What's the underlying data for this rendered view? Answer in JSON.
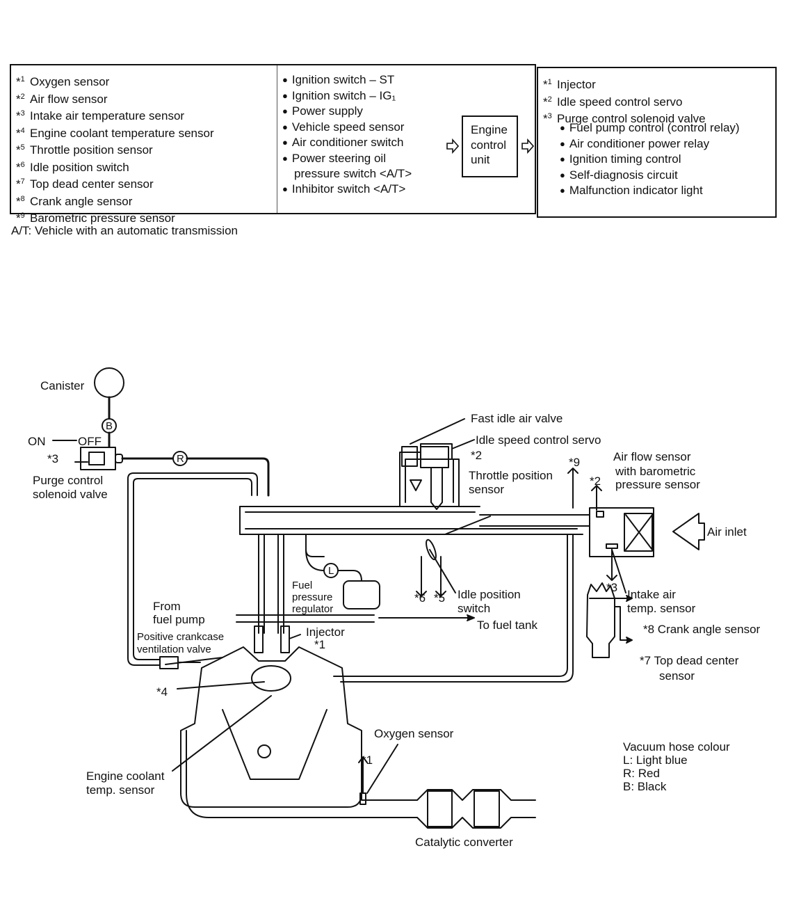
{
  "legend_box": {
    "inputs_sensors": [
      {
        "num": "1",
        "label": "Oxygen sensor"
      },
      {
        "num": "2",
        "label": "Air flow sensor"
      },
      {
        "num": "3",
        "label": "Intake air temperature sensor"
      },
      {
        "num": "4",
        "label": "Engine coolant temperature sensor"
      },
      {
        "num": "5",
        "label": "Throttle position sensor"
      },
      {
        "num": "6",
        "label": "Idle position switch"
      },
      {
        "num": "7",
        "label": "Top dead center sensor"
      },
      {
        "num": "8",
        "label": "Crank angle sensor"
      },
      {
        "num": "9",
        "label": "Barometric pressure sensor"
      }
    ],
    "inputs_signals": [
      "Ignition switch – ST",
      "Ignition switch – IG₁",
      "Power supply",
      "Vehicle speed sensor",
      "Air conditioner switch",
      "Power steering oil",
      "pressure switch <A/T>",
      "Inhibitor switch <A/T>"
    ],
    "ecu_lines": [
      "Engine",
      "control",
      "unit"
    ],
    "outputs_actuators": [
      {
        "num": "1",
        "label": "Injector"
      },
      {
        "num": "2",
        "label": "Idle speed control servo"
      },
      {
        "num": "3",
        "label": "Purge control solenoid valve"
      }
    ],
    "outputs_functions": [
      "Fuel pump control (control relay)",
      "Air conditioner power relay",
      "Ignition timing control",
      "Self-diagnosis circuit",
      "Malfunction indicator light"
    ],
    "footnote": "A/T:  Vehicle with an automatic transmission"
  },
  "diagram": {
    "labels": {
      "canister": "Canister",
      "on": "ON",
      "off": "OFF",
      "ref3_left": "*3",
      "purge_valve_1": "Purge control",
      "purge_valve_2": "solenoid valve",
      "hose_b": "B",
      "hose_r": "R",
      "hose_l": "L",
      "fast_idle": "Fast idle air valve",
      "isc_servo": "Idle speed control servo",
      "ref2_servo": "*2",
      "tps_1": "Throttle position",
      "tps_2": "sensor",
      "ref9": "*9",
      "ref2_afs": "*2",
      "afs_1": "Air flow sensor",
      "afs_2": "with barometric",
      "afs_3": "pressure sensor",
      "air_inlet": "Air inlet",
      "ref3_intake": "*3",
      "iat_1": "Intake air",
      "iat_2": "temp. sensor",
      "ref6": "*6",
      "ref5": "*5",
      "ips_1": "Idle position",
      "ips_2": "switch",
      "fpr_1": "Fuel",
      "fpr_2": "pressure",
      "fpr_3": "regulator",
      "from_pump_1": "From",
      "from_pump_2": "fuel pump",
      "to_tank": "To fuel tank",
      "pcv_1": "Positive crankcase",
      "pcv_2": "ventilation valve",
      "injector": "Injector",
      "ref1_inj": "*1",
      "cas": "*8 Crank angle sensor",
      "tdc_1": "*7 Top dead center",
      "tdc_2": "sensor",
      "ref4": "*4",
      "ect_1": "Engine coolant",
      "ect_2": "temp. sensor",
      "o2": "Oxygen sensor",
      "ref1_o2": "*1",
      "cat": "Catalytic converter"
    },
    "hose_legend": {
      "title": "Vacuum hose colour",
      "items": [
        "L: Light blue",
        "R: Red",
        "B: Black"
      ]
    }
  }
}
